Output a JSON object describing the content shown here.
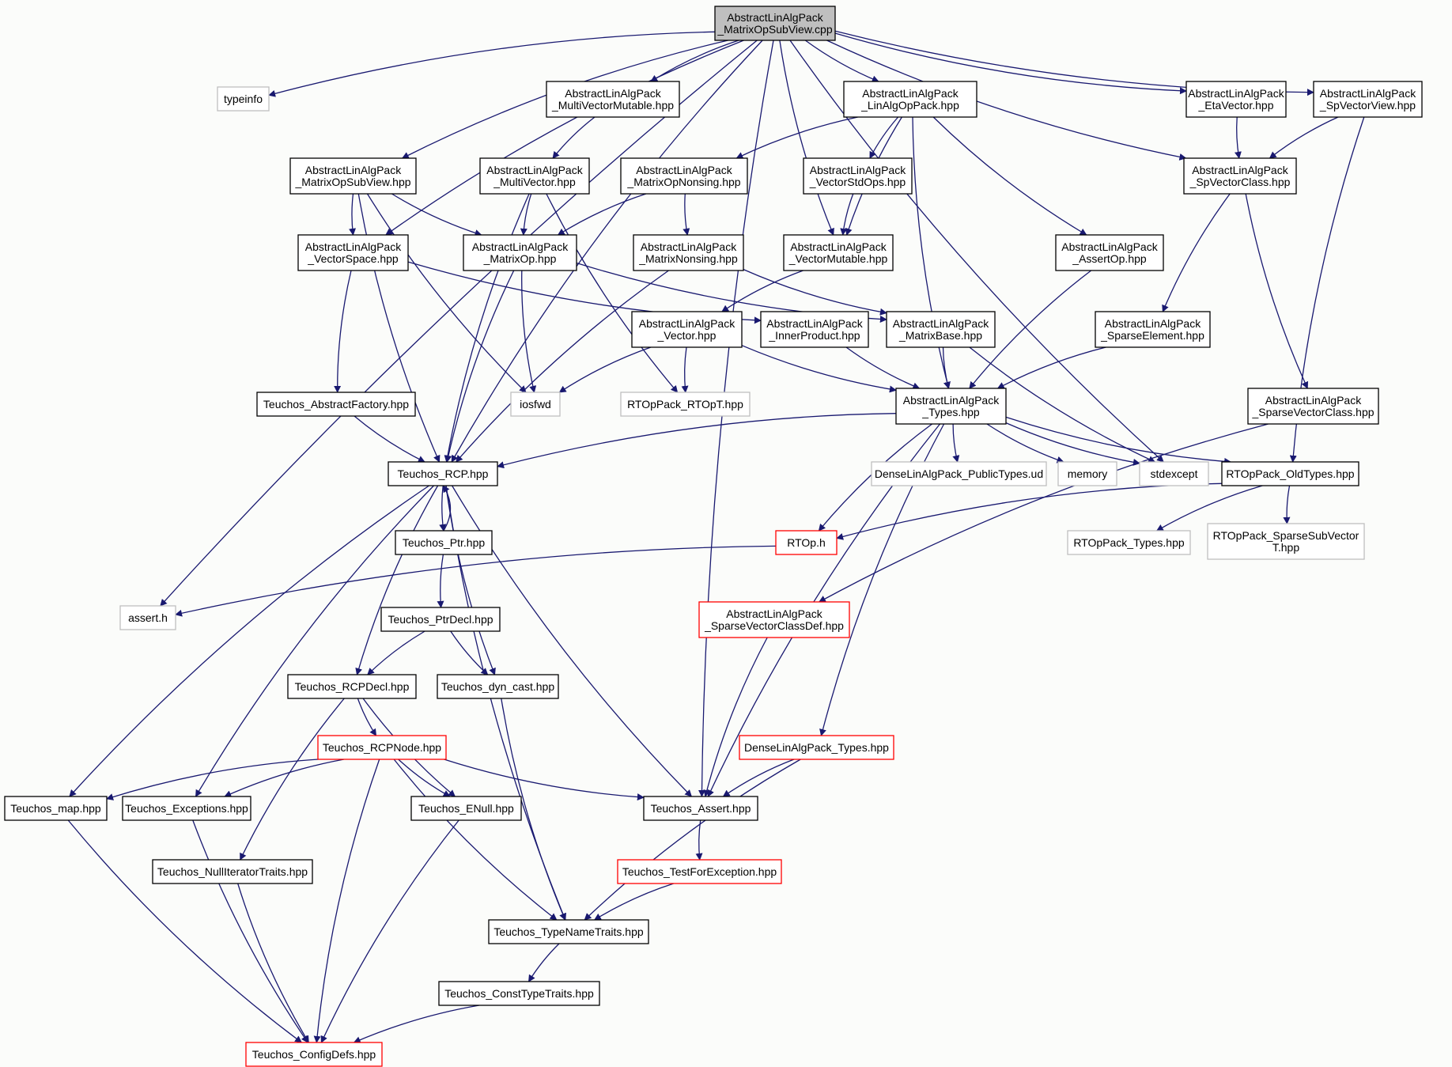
{
  "nodes": [
    {
      "id": "root",
      "lines": [
        "AbstractLinAlgPack",
        "_MatrixOpSubView.cpp"
      ],
      "kind": "root"
    },
    {
      "id": "typeinfo",
      "lines": [
        "typeinfo"
      ],
      "kind": "external"
    },
    {
      "id": "multivectormutable",
      "lines": [
        "AbstractLinAlgPack",
        "_MultiVectorMutable.hpp"
      ],
      "kind": "normal"
    },
    {
      "id": "linalgoppack",
      "lines": [
        "AbstractLinAlgPack",
        "_LinAlgOpPack.hpp"
      ],
      "kind": "normal"
    },
    {
      "id": "etavector",
      "lines": [
        "AbstractLinAlgPack",
        "_EtaVector.hpp"
      ],
      "kind": "normal"
    },
    {
      "id": "spvectorview",
      "lines": [
        "AbstractLinAlgPack",
        "_SpVectorView.hpp"
      ],
      "kind": "normal"
    },
    {
      "id": "matrixopsubview_h",
      "lines": [
        "AbstractLinAlgPack",
        "_MatrixOpSubView.hpp"
      ],
      "kind": "normal"
    },
    {
      "id": "multivector",
      "lines": [
        "AbstractLinAlgPack",
        "_MultiVector.hpp"
      ],
      "kind": "normal"
    },
    {
      "id": "matrixopnonsing",
      "lines": [
        "AbstractLinAlgPack",
        "_MatrixOpNonsing.hpp"
      ],
      "kind": "normal"
    },
    {
      "id": "vectorstdops",
      "lines": [
        "AbstractLinAlgPack",
        "_VectorStdOps.hpp"
      ],
      "kind": "normal"
    },
    {
      "id": "spvectorclass",
      "lines": [
        "AbstractLinAlgPack",
        "_SpVectorClass.hpp"
      ],
      "kind": "normal"
    },
    {
      "id": "vectorspace",
      "lines": [
        "AbstractLinAlgPack",
        "_VectorSpace.hpp"
      ],
      "kind": "normal"
    },
    {
      "id": "matrixop",
      "lines": [
        "AbstractLinAlgPack",
        "_MatrixOp.hpp"
      ],
      "kind": "normal"
    },
    {
      "id": "matrixnonsing",
      "lines": [
        "AbstractLinAlgPack",
        "_MatrixNonsing.hpp"
      ],
      "kind": "normal"
    },
    {
      "id": "vectormutable",
      "lines": [
        "AbstractLinAlgPack",
        "_VectorMutable.hpp"
      ],
      "kind": "normal"
    },
    {
      "id": "assertop",
      "lines": [
        "AbstractLinAlgPack",
        "_AssertOp.hpp"
      ],
      "kind": "normal"
    },
    {
      "id": "vector",
      "lines": [
        "AbstractLinAlgPack",
        "_Vector.hpp"
      ],
      "kind": "normal"
    },
    {
      "id": "innerproduct",
      "lines": [
        "AbstractLinAlgPack",
        "_InnerProduct.hpp"
      ],
      "kind": "normal"
    },
    {
      "id": "matrixbase",
      "lines": [
        "AbstractLinAlgPack",
        "_MatrixBase.hpp"
      ],
      "kind": "normal"
    },
    {
      "id": "sparseelement",
      "lines": [
        "AbstractLinAlgPack",
        "_SparseElement.hpp"
      ],
      "kind": "normal"
    },
    {
      "id": "abstractfactory",
      "lines": [
        "Teuchos_AbstractFactory.hpp"
      ],
      "kind": "normal"
    },
    {
      "id": "iosfwd",
      "lines": [
        "iosfwd"
      ],
      "kind": "external"
    },
    {
      "id": "rtopt",
      "lines": [
        "RTOpPack_RTOpT.hpp"
      ],
      "kind": "external"
    },
    {
      "id": "types",
      "lines": [
        "AbstractLinAlgPack",
        "_Types.hpp"
      ],
      "kind": "normal"
    },
    {
      "id": "sparsevectorclass",
      "lines": [
        "AbstractLinAlgPack",
        "_SparseVectorClass.hpp"
      ],
      "kind": "normal"
    },
    {
      "id": "rcp",
      "lines": [
        "Teuchos_RCP.hpp"
      ],
      "kind": "normal"
    },
    {
      "id": "densepublic",
      "lines": [
        "DenseLinAlgPack_PublicTypes.ud"
      ],
      "kind": "external"
    },
    {
      "id": "memory",
      "lines": [
        "memory"
      ],
      "kind": "external"
    },
    {
      "id": "stdexcept",
      "lines": [
        "stdexcept"
      ],
      "kind": "external"
    },
    {
      "id": "oldtypes",
      "lines": [
        "RTOpPack_OldTypes.hpp"
      ],
      "kind": "normal"
    },
    {
      "id": "ptr",
      "lines": [
        "Teuchos_Ptr.hpp"
      ],
      "kind": "normal"
    },
    {
      "id": "rtoph",
      "lines": [
        "RTOp.h"
      ],
      "kind": "truncated"
    },
    {
      "id": "rtoppacktypes",
      "lines": [
        "RTOpPack_Types.hpp"
      ],
      "kind": "external"
    },
    {
      "id": "sparsesubvector",
      "lines": [
        "RTOpPack_SparseSubVector",
        "T.hpp"
      ],
      "kind": "external"
    },
    {
      "id": "asserth",
      "lines": [
        "assert.h"
      ],
      "kind": "external"
    },
    {
      "id": "ptrdecl",
      "lines": [
        "Teuchos_PtrDecl.hpp"
      ],
      "kind": "normal"
    },
    {
      "id": "sparsevectorclassdef",
      "lines": [
        "AbstractLinAlgPack",
        "_SparseVectorClassDef.hpp"
      ],
      "kind": "truncated"
    },
    {
      "id": "rcpdecl",
      "lines": [
        "Teuchos_RCPDecl.hpp"
      ],
      "kind": "normal"
    },
    {
      "id": "dyncast",
      "lines": [
        "Teuchos_dyn_cast.hpp"
      ],
      "kind": "normal"
    },
    {
      "id": "rcpnode",
      "lines": [
        "Teuchos_RCPNode.hpp"
      ],
      "kind": "truncated"
    },
    {
      "id": "densetypes",
      "lines": [
        "DenseLinAlgPack_Types.hpp"
      ],
      "kind": "truncated"
    },
    {
      "id": "map",
      "lines": [
        "Teuchos_map.hpp"
      ],
      "kind": "normal"
    },
    {
      "id": "exceptions",
      "lines": [
        "Teuchos_Exceptions.hpp"
      ],
      "kind": "normal"
    },
    {
      "id": "enull",
      "lines": [
        "Teuchos_ENull.hpp"
      ],
      "kind": "normal"
    },
    {
      "id": "assert",
      "lines": [
        "Teuchos_Assert.hpp"
      ],
      "kind": "normal"
    },
    {
      "id": "nulliterator",
      "lines": [
        "Teuchos_NullIteratorTraits.hpp"
      ],
      "kind": "normal"
    },
    {
      "id": "testforexception",
      "lines": [
        "Teuchos_TestForException.hpp"
      ],
      "kind": "truncated"
    },
    {
      "id": "typenametraits",
      "lines": [
        "Teuchos_TypeNameTraits.hpp"
      ],
      "kind": "normal"
    },
    {
      "id": "consttypetraits",
      "lines": [
        "Teuchos_ConstTypeTraits.hpp"
      ],
      "kind": "normal"
    },
    {
      "id": "configdefs",
      "lines": [
        "Teuchos_ConfigDefs.hpp"
      ],
      "kind": "truncated"
    }
  ],
  "edges": [
    [
      "root",
      "typeinfo"
    ],
    [
      "root",
      "multivectormutable"
    ],
    [
      "root",
      "linalgoppack"
    ],
    [
      "root",
      "etavector"
    ],
    [
      "root",
      "spvectorview"
    ],
    [
      "root",
      "matrixopsubview_h"
    ],
    [
      "root",
      "vectorspace"
    ],
    [
      "root",
      "vectormutable"
    ],
    [
      "root",
      "spvectorclass"
    ],
    [
      "root",
      "rcp"
    ],
    [
      "root",
      "asserth"
    ],
    [
      "root",
      "stdexcept"
    ],
    [
      "root",
      "assert"
    ],
    [
      "multivectormutable",
      "multivector"
    ],
    [
      "linalgoppack",
      "matrixopnonsing"
    ],
    [
      "linalgoppack",
      "vectorstdops"
    ],
    [
      "linalgoppack",
      "vectormutable"
    ],
    [
      "linalgoppack",
      "assertop"
    ],
    [
      "linalgoppack",
      "types"
    ],
    [
      "etavector",
      "spvectorclass"
    ],
    [
      "spvectorview",
      "spvectorclass"
    ],
    [
      "spvectorview",
      "oldtypes"
    ],
    [
      "matrixopsubview_h",
      "vectorspace"
    ],
    [
      "matrixopsubview_h",
      "matrixop"
    ],
    [
      "matrixopsubview_h",
      "iosfwd"
    ],
    [
      "matrixopsubview_h",
      "rcp"
    ],
    [
      "multivector",
      "matrixop"
    ],
    [
      "multivector",
      "rcp"
    ],
    [
      "multivector",
      "rtopt"
    ],
    [
      "matrixopnonsing",
      "matrixop"
    ],
    [
      "matrixopnonsing",
      "matrixnonsing"
    ],
    [
      "vectorstdops",
      "vectormutable"
    ],
    [
      "spvectorclass",
      "sparseelement"
    ],
    [
      "spvectorclass",
      "sparsevectorclass"
    ],
    [
      "vectorspace",
      "innerproduct"
    ],
    [
      "vectorspace",
      "abstractfactory"
    ],
    [
      "matrixop",
      "matrixbase"
    ],
    [
      "matrixop",
      "iosfwd"
    ],
    [
      "matrixop",
      "rcp"
    ],
    [
      "matrixnonsing",
      "matrixbase"
    ],
    [
      "matrixnonsing",
      "rcp"
    ],
    [
      "vectormutable",
      "vector"
    ],
    [
      "assertop",
      "types"
    ],
    [
      "vector",
      "iosfwd"
    ],
    [
      "vector",
      "rtopt"
    ],
    [
      "vector",
      "types"
    ],
    [
      "innerproduct",
      "types"
    ],
    [
      "matrixbase",
      "types"
    ],
    [
      "matrixbase",
      "stdexcept"
    ],
    [
      "sparseelement",
      "types"
    ],
    [
      "abstractfactory",
      "rcp"
    ],
    [
      "types",
      "rcp"
    ],
    [
      "types",
      "densepublic"
    ],
    [
      "types",
      "memory"
    ],
    [
      "types",
      "stdexcept"
    ],
    [
      "types",
      "oldtypes"
    ],
    [
      "types",
      "rtoph"
    ],
    [
      "types",
      "densetypes"
    ],
    [
      "types",
      "assert"
    ],
    [
      "sparsevectorclass",
      "sparsevectorclassdef"
    ],
    [
      "rcp",
      "ptr"
    ],
    [
      "rcp",
      "rcpdecl"
    ],
    [
      "rcp",
      "dyncast"
    ],
    [
      "rcp",
      "map"
    ],
    [
      "rcp",
      "exceptions"
    ],
    [
      "rcp",
      "assert"
    ],
    [
      "rcp",
      "typenametraits"
    ],
    [
      "oldtypes",
      "rtoph"
    ],
    [
      "oldtypes",
      "rtoppacktypes"
    ],
    [
      "oldtypes",
      "sparsesubvector"
    ],
    [
      "ptr",
      "rcp"
    ],
    [
      "ptr",
      "ptrdecl"
    ],
    [
      "rtoph",
      "asserth"
    ],
    [
      "ptrdecl",
      "rcpdecl"
    ],
    [
      "ptrdecl",
      "dyncast"
    ],
    [
      "sparsevectorclassdef",
      "assert"
    ],
    [
      "rcpdecl",
      "rcpnode"
    ],
    [
      "rcpdecl",
      "enull"
    ],
    [
      "rcpdecl",
      "nulliterator"
    ],
    [
      "dyncast",
      "typenametraits"
    ],
    [
      "rcpnode",
      "map"
    ],
    [
      "rcpnode",
      "exceptions"
    ],
    [
      "rcpnode",
      "enull"
    ],
    [
      "rcpnode",
      "assert"
    ],
    [
      "rcpnode",
      "typenametraits"
    ],
    [
      "rcpnode",
      "configdefs"
    ],
    [
      "densetypes",
      "assert"
    ],
    [
      "densetypes",
      "typenametraits"
    ],
    [
      "map",
      "configdefs"
    ],
    [
      "exceptions",
      "configdefs"
    ],
    [
      "enull",
      "configdefs"
    ],
    [
      "nulliterator",
      "configdefs"
    ],
    [
      "assert",
      "testforexception"
    ],
    [
      "testforexception",
      "typenametraits"
    ],
    [
      "typenametraits",
      "consttypetraits"
    ],
    [
      "consttypetraits",
      "configdefs"
    ]
  ],
  "colors": {
    "background": "#fbfcfa",
    "edge": "#191970",
    "root_fill": "#bfbfbf",
    "normal_border": "#000000",
    "external_border": "#bfbfbf",
    "truncated_border": "#ff0000"
  }
}
